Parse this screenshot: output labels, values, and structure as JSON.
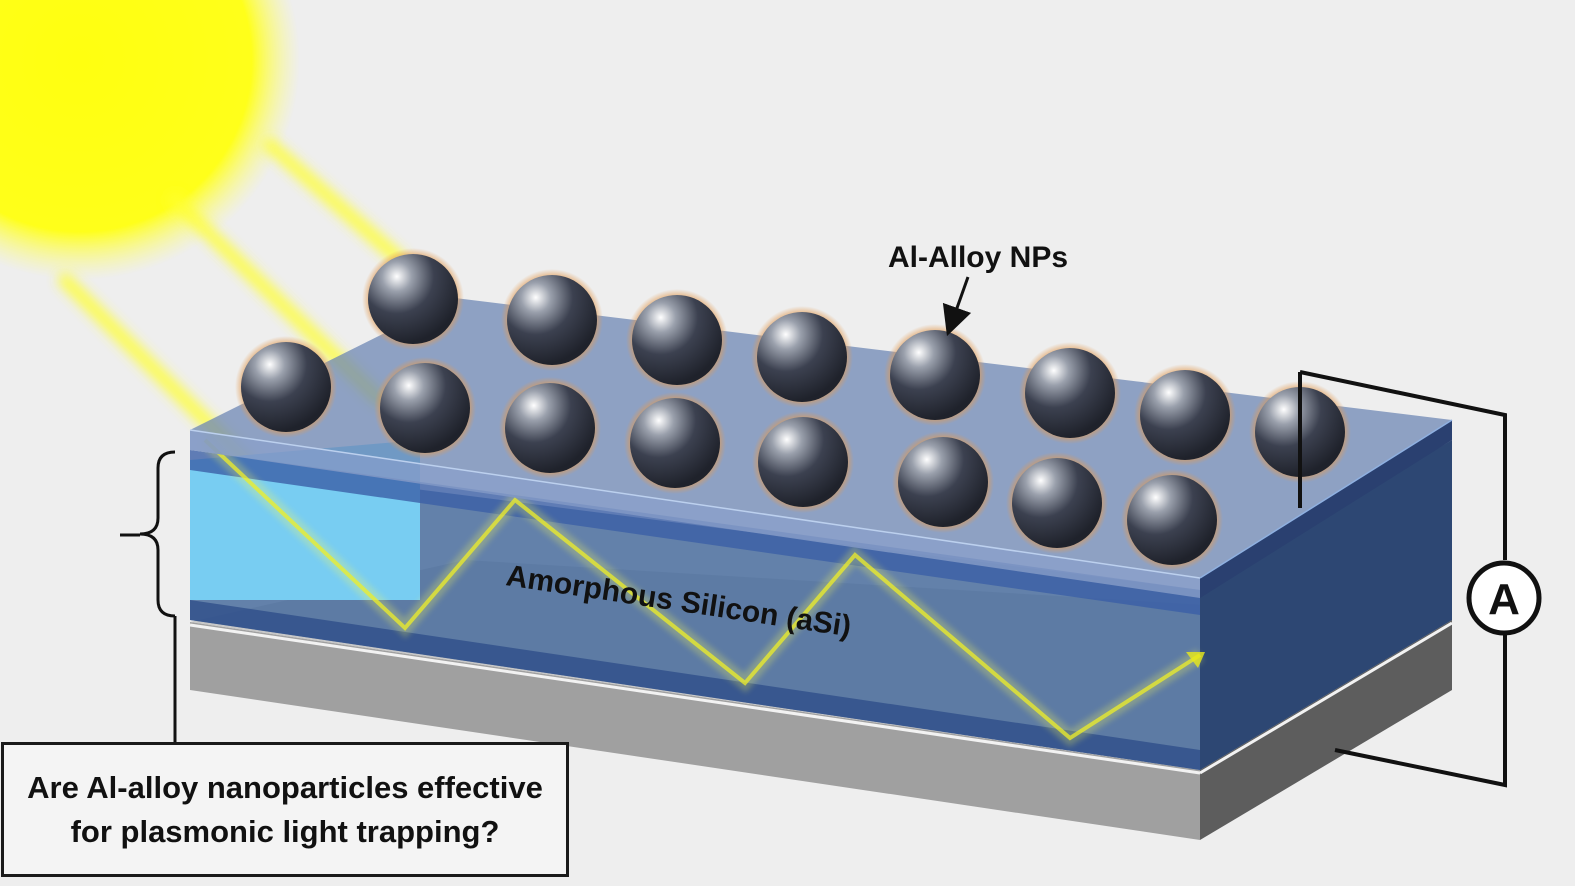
{
  "labels": {
    "nanoparticles": "Al-Alloy NPs",
    "silicon_layer": "Amorphous Silicon (aSi)",
    "ammeter": "A"
  },
  "question": {
    "line1": "Are Al-alloy nanoparticles effective",
    "line2": "for plasmonic light trapping?"
  },
  "colors": {
    "background": "#eeeeee",
    "sun": "#ffff1a",
    "light_ray": "#e8e81a",
    "top_layer": "#5f7aa8",
    "silicon_side": "#74c8ee",
    "substrate": "#a3a3a3",
    "nanoparticle": "#3c4150",
    "nanoparticle_glow": "#e39a50"
  },
  "icons": {
    "nanoparticle": "sphere",
    "ammeter": "circle-letter-a"
  }
}
